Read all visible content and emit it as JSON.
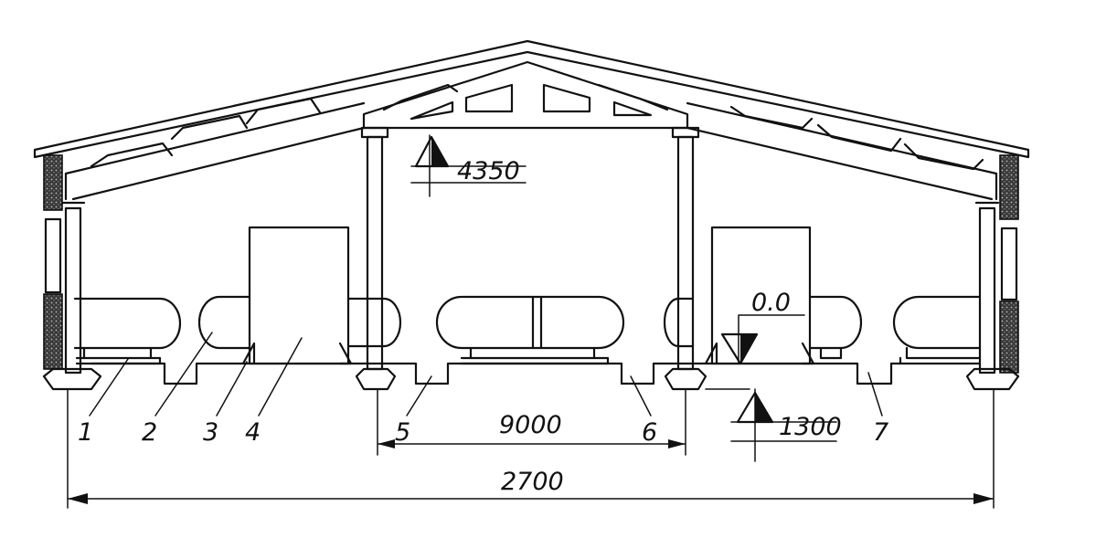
{
  "labels": {
    "part_1": "1",
    "part_2": "2",
    "part_3": "3",
    "part_4": "4",
    "part_5": "5",
    "part_6": "6",
    "part_7": "7"
  },
  "dimensions": {
    "bay_span": "9000",
    "total_span": "2700"
  },
  "elevations": {
    "truss_bottom": "4350",
    "floor": "0.0",
    "below_floor": "1300"
  }
}
